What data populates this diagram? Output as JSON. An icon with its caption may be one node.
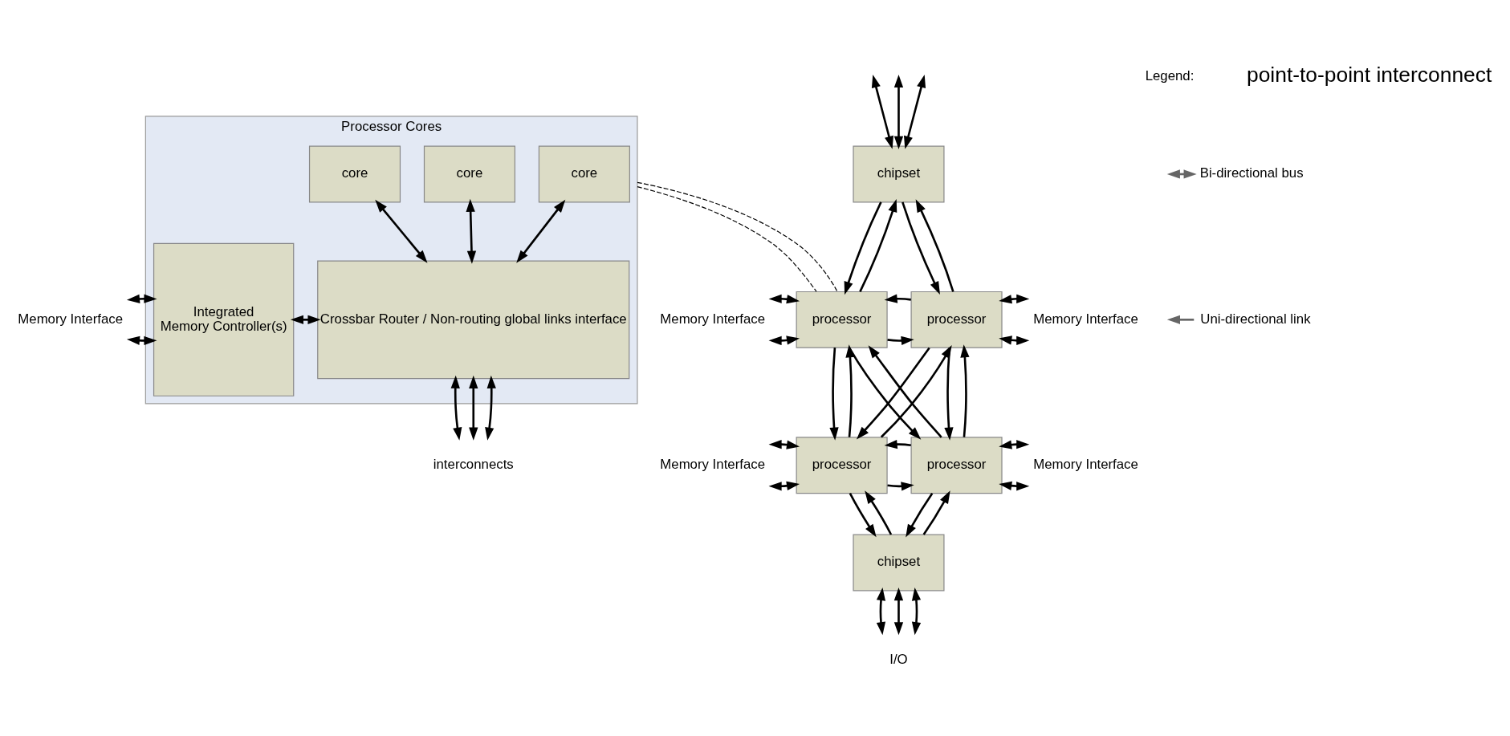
{
  "diagram": {
    "nodes": [
      {
        "text": [
          "Processor Cores"
        ]
      },
      {
        "text": [
          "core"
        ],
        "in": 0
      },
      {
        "text": [
          "core"
        ],
        "in": 0
      },
      {
        "text": [
          "core"
        ],
        "in": 0
      },
      {
        "text": [
          "Integrated Memory Controller(s)"
        ],
        "in": 0
      },
      {
        "text": [
          "Crossbar Router / Non-routing global links interface"
        ],
        "in": 0
      },
      {
        "text": [
          "Memory Interface"
        ]
      },
      {
        "text": [
          "interconnects"
        ]
      },
      {
        "text": [
          "chipset"
        ]
      },
      {
        "text": [
          "processor"
        ]
      },
      {
        "text": [
          "processor"
        ]
      },
      {
        "text": [
          "processor"
        ]
      },
      {
        "text": [
          "processor"
        ]
      },
      {
        "text": [
          "chipset"
        ]
      },
      {
        "text": [
          "Memory Interface"
        ]
      },
      {
        "text": [
          "Memory Interface"
        ]
      },
      {
        "text": [
          "Memory Interface"
        ]
      },
      {
        "text": [
          "Memory Interface"
        ]
      },
      {
        "text": [
          "I/O"
        ]
      }
    ],
    "edges": [
      {
        "from": 1,
        "to": 5,
        "arrow": "both"
      },
      {
        "from": 2,
        "to": 5,
        "arrow": "both"
      },
      {
        "from": 3,
        "to": 5,
        "arrow": "both"
      },
      {
        "from": 6,
        "to": 4,
        "arrow": "both"
      },
      {
        "from": 6,
        "to": 4,
        "arrow": "both"
      },
      {
        "from": 4,
        "to": 5,
        "arrow": "both"
      },
      {
        "from": 5,
        "to": 7,
        "arrow": "both"
      },
      {
        "from": 5,
        "to": 7,
        "arrow": "both"
      },
      {
        "from": 5,
        "to": 7,
        "arrow": "both"
      },
      {
        "from": 0,
        "to": 9,
        "arrow": "none",
        "style": "dashed"
      },
      {
        "from": 0,
        "to": 9,
        "arrow": "none",
        "style": "dashed"
      },
      {
        "from": null,
        "to": 8,
        "arrow": "both"
      },
      {
        "from": null,
        "to": 8,
        "arrow": "both"
      },
      {
        "from": null,
        "to": 8,
        "arrow": "both"
      },
      {
        "from": 8,
        "to": 9,
        "arrow": "to"
      },
      {
        "from": 9,
        "to": 8,
        "arrow": "to"
      },
      {
        "from": 8,
        "to": 10,
        "arrow": "to"
      },
      {
        "from": 10,
        "to": 8,
        "arrow": "to"
      },
      {
        "from": 14,
        "to": 9,
        "arrow": "both"
      },
      {
        "from": 14,
        "to": 9,
        "arrow": "both"
      },
      {
        "from": 9,
        "to": 10,
        "arrow": "to"
      },
      {
        "from": 10,
        "to": 9,
        "arrow": "to"
      },
      {
        "from": 10,
        "to": 15,
        "arrow": "both"
      },
      {
        "from": 10,
        "to": 15,
        "arrow": "both"
      },
      {
        "from": 9,
        "to": 11,
        "arrow": "to"
      },
      {
        "from": 11,
        "to": 9,
        "arrow": "to"
      },
      {
        "from": 10,
        "to": 12,
        "arrow": "to"
      },
      {
        "from": 12,
        "to": 10,
        "arrow": "to"
      },
      {
        "from": 9,
        "to": 12,
        "arrow": "to"
      },
      {
        "from": 12,
        "to": 9,
        "arrow": "to"
      },
      {
        "from": 10,
        "to": 11,
        "arrow": "to"
      },
      {
        "from": 11,
        "to": 10,
        "arrow": "to"
      },
      {
        "from": 16,
        "to": 11,
        "arrow": "both"
      },
      {
        "from": 16,
        "to": 11,
        "arrow": "both"
      },
      {
        "from": 11,
        "to": 12,
        "arrow": "to"
      },
      {
        "from": 12,
        "to": 11,
        "arrow": "to"
      },
      {
        "from": 12,
        "to": 17,
        "arrow": "both"
      },
      {
        "from": 12,
        "to": 17,
        "arrow": "both"
      },
      {
        "from": 11,
        "to": 13,
        "arrow": "to"
      },
      {
        "from": 13,
        "to": 11,
        "arrow": "to"
      },
      {
        "from": 12,
        "to": 13,
        "arrow": "to"
      },
      {
        "from": 13,
        "to": 12,
        "arrow": "to"
      },
      {
        "from": 13,
        "to": 18,
        "arrow": "both"
      },
      {
        "from": 13,
        "to": 18,
        "arrow": "both"
      },
      {
        "from": 13,
        "to": 18,
        "arrow": "both"
      }
    ],
    "labels": [
      "Legend:",
      "point-to-point interconnect"
    ],
    "legend": [
      {
        "text": "Bi-directional bus"
      },
      {
        "text": "Uni-directional link"
      }
    ]
  }
}
